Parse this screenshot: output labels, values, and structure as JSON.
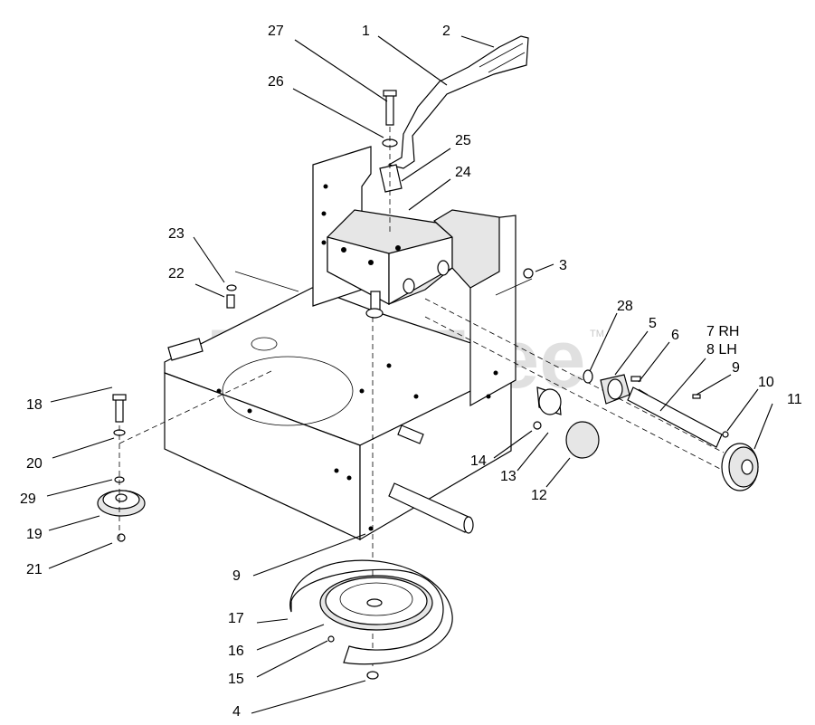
{
  "watermark": {
    "text": "PartsTree",
    "trademark": "TM"
  },
  "callouts": [
    {
      "id": "27",
      "text": "27"
    },
    {
      "id": "1",
      "text": "1"
    },
    {
      "id": "2",
      "text": "2"
    },
    {
      "id": "26",
      "text": "26"
    },
    {
      "id": "25",
      "text": "25"
    },
    {
      "id": "24",
      "text": "24"
    },
    {
      "id": "23",
      "text": "23"
    },
    {
      "id": "22",
      "text": "22"
    },
    {
      "id": "3",
      "text": "3"
    },
    {
      "id": "28",
      "text": "28"
    },
    {
      "id": "5",
      "text": "5"
    },
    {
      "id": "6",
      "text": "6"
    },
    {
      "id": "7",
      "text": "7 RH"
    },
    {
      "id": "8",
      "text": "8 LH"
    },
    {
      "id": "9a",
      "text": "9"
    },
    {
      "id": "10",
      "text": "10"
    },
    {
      "id": "11",
      "text": "11"
    },
    {
      "id": "18",
      "text": "18"
    },
    {
      "id": "20",
      "text": "20"
    },
    {
      "id": "14",
      "text": "14"
    },
    {
      "id": "13",
      "text": "13"
    },
    {
      "id": "12",
      "text": "12"
    },
    {
      "id": "29",
      "text": "29"
    },
    {
      "id": "19",
      "text": "19"
    },
    {
      "id": "21",
      "text": "21"
    },
    {
      "id": "9b",
      "text": "9"
    },
    {
      "id": "17",
      "text": "17"
    },
    {
      "id": "16",
      "text": "16"
    },
    {
      "id": "15",
      "text": "15"
    },
    {
      "id": "4",
      "text": "4"
    }
  ]
}
